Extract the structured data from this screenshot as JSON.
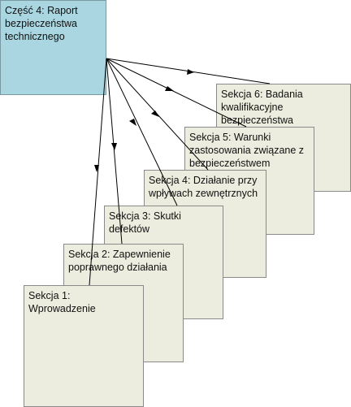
{
  "diagram": {
    "main": {
      "label": "Część 4: Raport bezpieczeństwa technicznego",
      "color": "#a9d6e0"
    },
    "sections": [
      {
        "id": "s6",
        "label": "Sekcja 6: Badania kwalifikacyjne bezpieczeństwa"
      },
      {
        "id": "s5",
        "label": "Sekcja 5: Warunki zastosowania związane z bezpieczeństwem"
      },
      {
        "id": "s4",
        "label": "Sekcja 4: Działanie przy wpływach zewnętrznych"
      },
      {
        "id": "s3",
        "label": "Sekcja 3: Skutki defektów"
      },
      {
        "id": "s2",
        "label": "Sekcja 2: Zapewnienie poprawnego działania"
      },
      {
        "id": "s1",
        "label": "Sekcja 1: Wprowadzenie"
      }
    ],
    "section_color": "#ecedde"
  }
}
